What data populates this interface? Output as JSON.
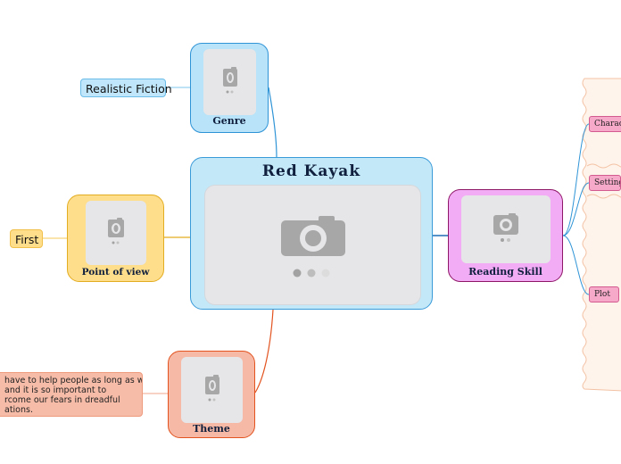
{
  "central": {
    "title": "Red Kayak"
  },
  "genre": {
    "title": "Genre",
    "leaf": "Realistic Fiction"
  },
  "point_of_view": {
    "title": "Point of view",
    "leaf": "First"
  },
  "theme": {
    "title": "Theme",
    "leaf_lines": [
      "have to help people as long as we",
      "and it is so important to",
      "rcome our fears in dreadful",
      "ations."
    ]
  },
  "reading_skill": {
    "title": "Reading Skill",
    "children": [
      "Characte",
      "Setting",
      "Plot"
    ]
  },
  "colors": {
    "central_fill": "#c3e8f8",
    "central_border": "#3a9bd9",
    "genre_fill": "#b9e3f9",
    "genre_border": "#2f94d6",
    "pov_fill": "#fedd8b",
    "pov_border": "#e3ad21",
    "theme_fill": "#f6b9a6",
    "theme_border": "#e2531f",
    "reading_fill": "#f2abf5",
    "reading_border": "#8e1767",
    "tag_fill": "#f7a9c9",
    "notes_fill": "#fff4ec"
  },
  "icons": [
    "camera-icon",
    "carousel-dots-icon"
  ]
}
